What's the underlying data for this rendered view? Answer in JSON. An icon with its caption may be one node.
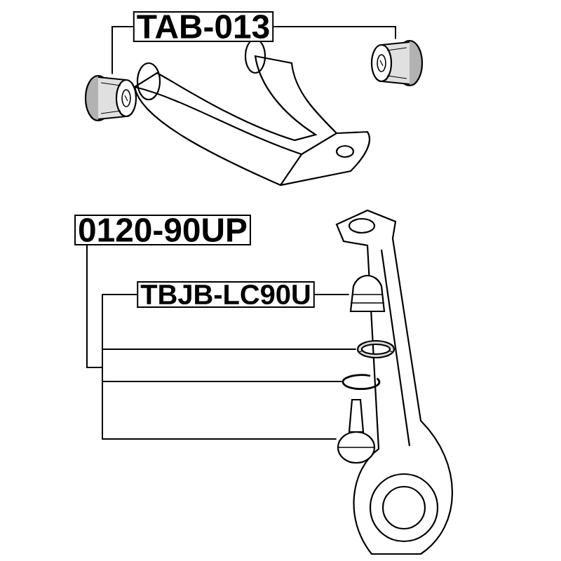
{
  "diagram": {
    "nodes": [
      {
        "text": [
          "TAB-013"
        ]
      },
      {
        "text": [],
        "shape": "picture"
      },
      {
        "text": [],
        "shape": "picture"
      },
      {
        "text": [
          "0120-90UP"
        ]
      },
      {
        "text": [
          "TBJB-LC90U"
        ]
      },
      {
        "text": [],
        "shape": "picture"
      },
      {
        "text": [],
        "shape": "picture"
      },
      {
        "text": [],
        "shape": "picture"
      },
      {
        "text": [],
        "shape": "picture"
      }
    ],
    "edges": [
      {
        "from": 0,
        "to": 1,
        "arrow": "none"
      },
      {
        "from": 0,
        "to": 2,
        "arrow": "none"
      },
      {
        "from": 3,
        "to": 4,
        "arrow": "none"
      },
      {
        "from": 3,
        "to": 6,
        "arrow": "none"
      },
      {
        "from": 3,
        "to": 7,
        "arrow": "none"
      },
      {
        "from": 3,
        "to": 8,
        "arrow": "none"
      },
      {
        "from": 4,
        "to": 5,
        "arrow": "none"
      }
    ]
  }
}
